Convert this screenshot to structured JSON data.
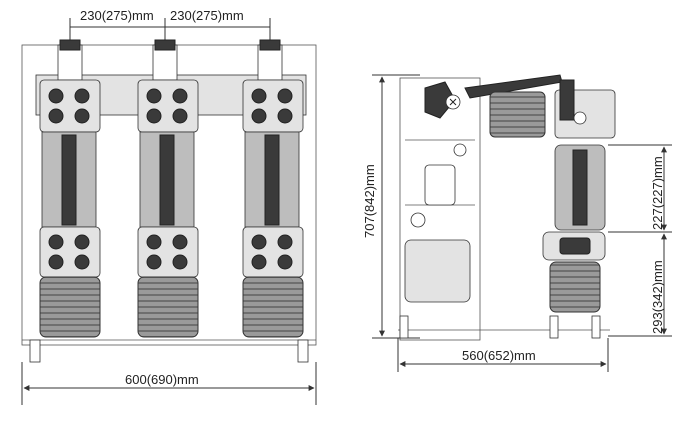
{
  "front_view": {
    "dim_phase_spacing_1": "230(275)mm",
    "dim_phase_spacing_2": "230(275)mm",
    "dim_width": "600(690)mm"
  },
  "side_view": {
    "dim_height": "707(842)mm",
    "dim_depth": "560(652)mm",
    "dim_upper": "227(227)mm",
    "dim_lower": "293(342)mm"
  }
}
